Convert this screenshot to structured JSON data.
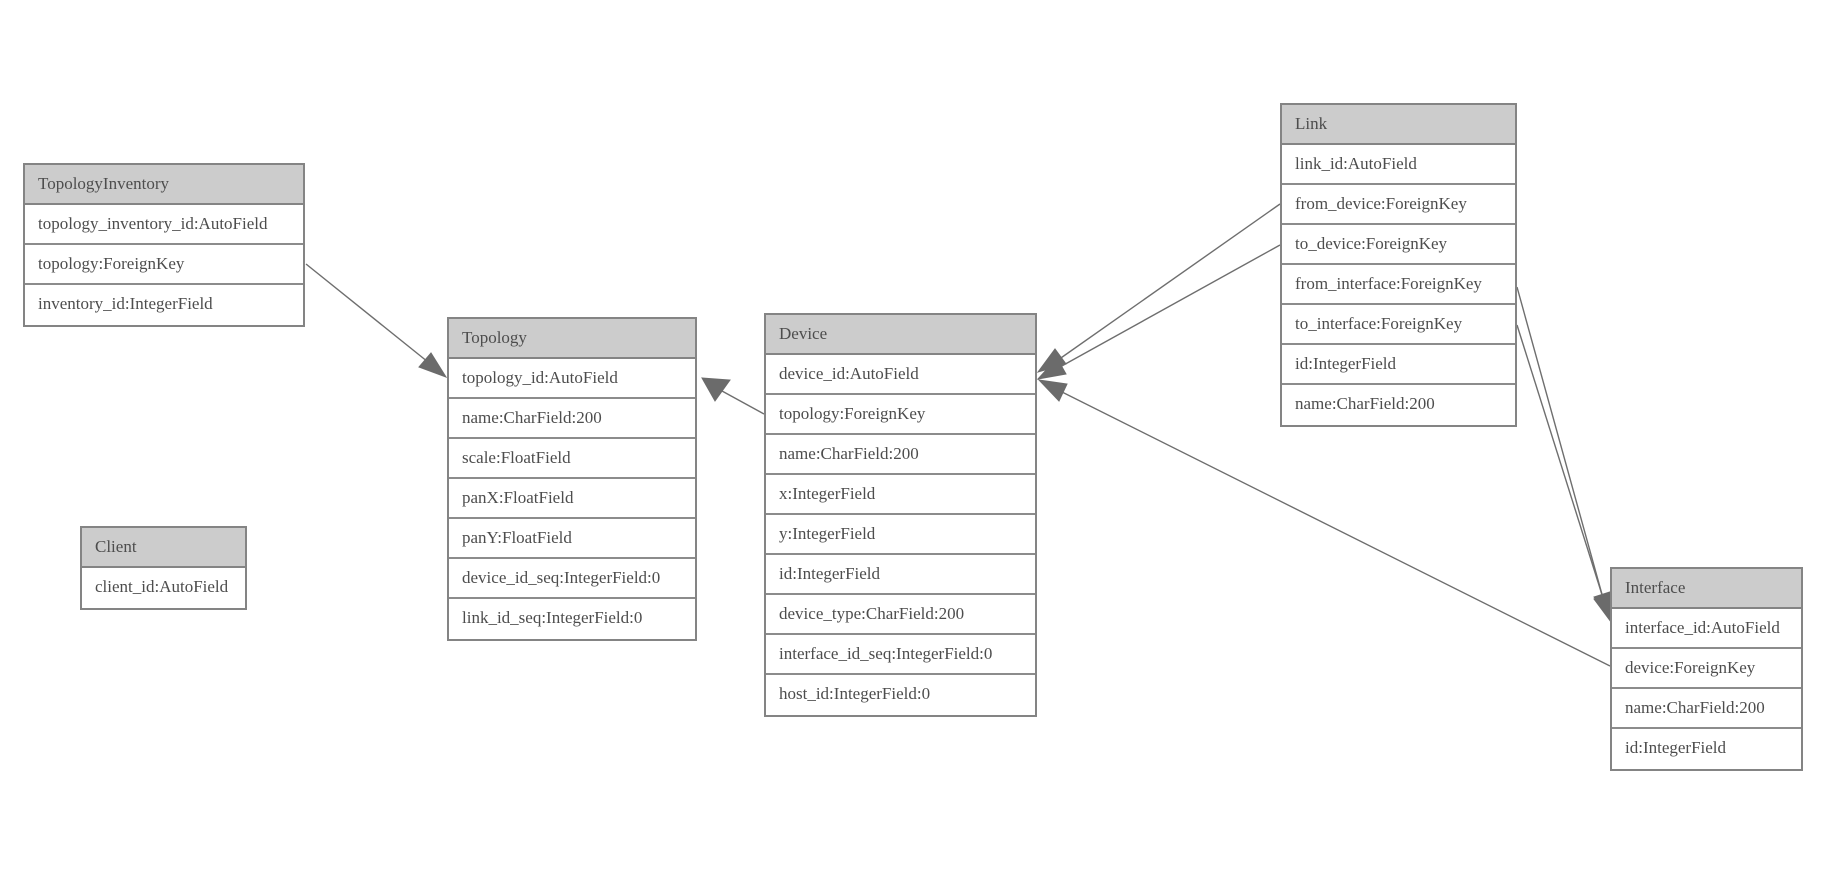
{
  "entities": [
    {
      "id": "topology-inventory",
      "title": "TopologyInventory",
      "fields": [
        "topology_inventory_id:AutoField",
        "topology:ForeignKey",
        "inventory_id:IntegerField"
      ]
    },
    {
      "id": "topology",
      "title": "Topology",
      "fields": [
        "topology_id:AutoField",
        "name:CharField:200",
        "scale:FloatField",
        "panX:FloatField",
        "panY:FloatField",
        "device_id_seq:IntegerField:0",
        "link_id_seq:IntegerField:0"
      ]
    },
    {
      "id": "client",
      "title": "Client",
      "fields": [
        "client_id:AutoField"
      ]
    },
    {
      "id": "device",
      "title": "Device",
      "fields": [
        "device_id:AutoField",
        "topology:ForeignKey",
        "name:CharField:200",
        "x:IntegerField",
        "y:IntegerField",
        "id:IntegerField",
        "device_type:CharField:200",
        "interface_id_seq:IntegerField:0",
        "host_id:IntegerField:0"
      ]
    },
    {
      "id": "link",
      "title": "Link",
      "fields": [
        "link_id:AutoField",
        "from_device:ForeignKey",
        "to_device:ForeignKey",
        "from_interface:ForeignKey",
        "to_interface:ForeignKey",
        "id:IntegerField",
        "name:CharField:200"
      ]
    },
    {
      "id": "interface",
      "title": "Interface",
      "fields": [
        "interface_id:AutoField",
        "device:ForeignKey",
        "name:CharField:200",
        "id:IntegerField"
      ]
    }
  ],
  "relationships": [
    {
      "from": "TopologyInventory",
      "field": "topology",
      "to": "Topology"
    },
    {
      "from": "Device",
      "field": "topology",
      "to": "Topology"
    },
    {
      "from": "Link",
      "field": "from_device",
      "to": "Device"
    },
    {
      "from": "Link",
      "field": "to_device",
      "to": "Device"
    },
    {
      "from": "Link",
      "field": "from_interface",
      "to": "Interface"
    },
    {
      "from": "Link",
      "field": "to_interface",
      "to": "Interface"
    },
    {
      "from": "Interface",
      "field": "device",
      "to": "Device"
    }
  ],
  "colors": {
    "header_fill": "#cccccc",
    "border": "#848484",
    "line": "#6e6e6e",
    "arrowhead": "#6b6b6b",
    "text": "#4d4d4d",
    "background": "#ffffff"
  }
}
